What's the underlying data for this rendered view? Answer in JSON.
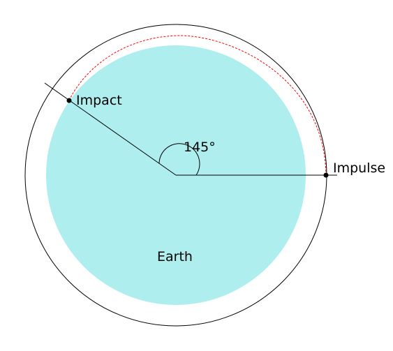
{
  "labels": {
    "impact": "Impact",
    "impulse": "Impulse",
    "angle": "145°",
    "earth": "Earth"
  },
  "colors": {
    "earth_fill": "#afeeee",
    "orbit_stroke": "#000000",
    "trajectory_stroke": "#ff0000",
    "line_stroke": "#000000",
    "point_fill": "#000000"
  },
  "angle_degrees": 145
}
